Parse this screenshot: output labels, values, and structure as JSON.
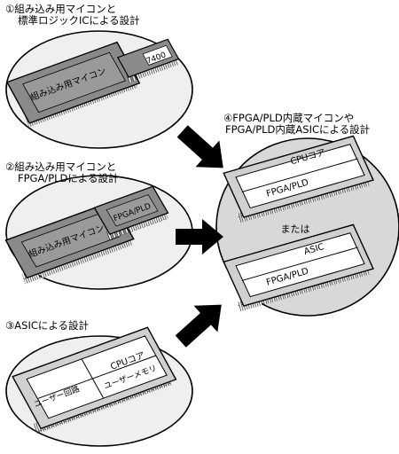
{
  "captions": {
    "c1": {
      "line1": "①組み込み用マイコンと",
      "line2": "標準ロジックICによる設計"
    },
    "c2": {
      "line1": "②組み込み用マイコンと",
      "line2": "FPGA/PLDによる設計"
    },
    "c3": {
      "line1": "③ASICによる設計"
    },
    "c4": {
      "line1": "④FPGA/PLD内蔵マイコンや",
      "line2": "FPGA/PLD内蔵ASICによる設計"
    }
  },
  "chips": {
    "mcu_label": "組み込み用マイコン",
    "logic_ic_label": "7400",
    "fpga_pld_label": "FPGA/PLD",
    "asic_label": "ASIC",
    "cpu_core_label": "CPUコア",
    "user_logic_label": "ユーザー回路",
    "user_memory_label": "ユーザーメモリ"
  },
  "or_label": "または",
  "colors": {
    "pkg_gray": "#8a8a8a",
    "pkg_light": "#ffffff",
    "circle_fill": "#efefef",
    "big_circle_fill": "#d8d8d8",
    "ink": "#000000"
  }
}
